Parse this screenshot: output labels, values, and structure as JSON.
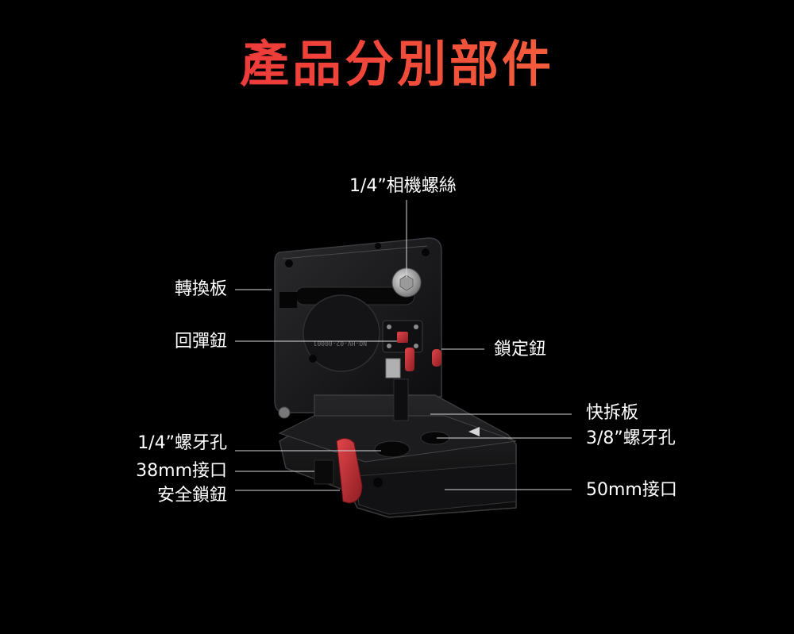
{
  "title": "產品分別部件",
  "labels": {
    "top_screw": "1/4”相機螺絲",
    "adapter_plate": "轉換板",
    "spring_button": "回彈鈕",
    "lock_button": "鎖定鈕",
    "quick_release_plate": "快拆板",
    "thread_3_8": "3/8”螺牙孔",
    "thread_1_4": "1/4”螺牙孔",
    "mount_38mm": "38mm接口",
    "safety_lock": "安全鎖鈕",
    "mount_50mm": "50mm接口"
  },
  "engraving": "NO-HV-02-00001",
  "colors": {
    "title_start": "#e8283a",
    "title_end": "#f77a3c",
    "accent_red": "#c8333a",
    "metal": "#1a1a1c"
  }
}
